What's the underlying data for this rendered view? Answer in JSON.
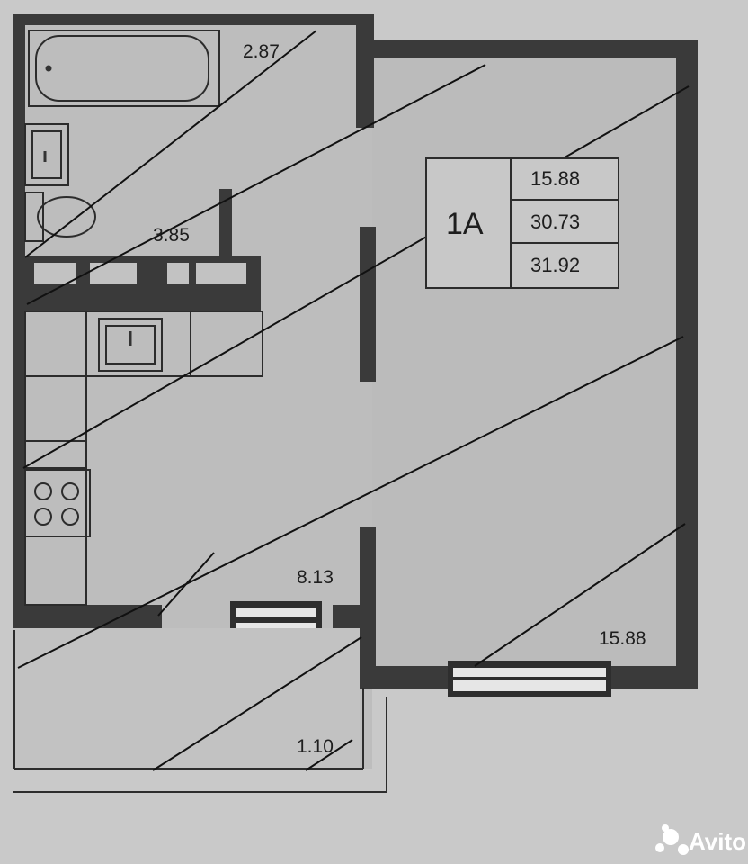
{
  "rooms": {
    "bathroom": {
      "area": "2.87"
    },
    "toilet": {
      "area": "3.85"
    },
    "kitchen": {
      "area": "8.13"
    },
    "living_room": {
      "area": "15.88"
    },
    "balcony": {
      "area": "1.10"
    }
  },
  "unit_table": {
    "code": "1A",
    "living_area": "15.88",
    "total_area": "30.73",
    "total_with_balcony": "31.92"
  },
  "watermark": {
    "text": "Avito"
  },
  "colors": {
    "background": "#c9c9c9",
    "wall": "#3a3a3a",
    "line": "#111111"
  }
}
